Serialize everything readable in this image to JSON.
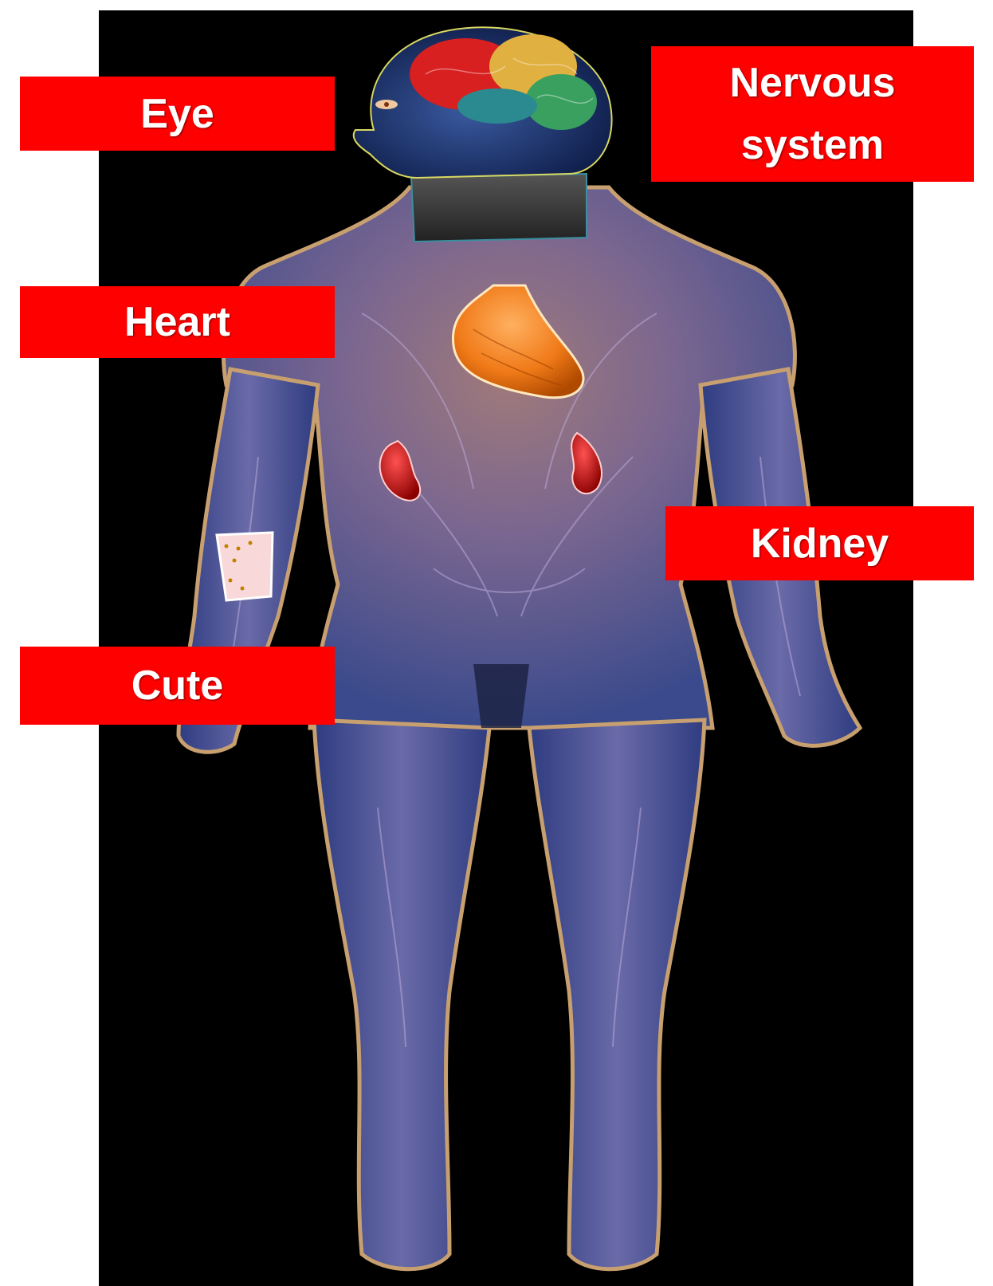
{
  "labels": {
    "eye": "Eye",
    "heart": "Heart",
    "cute": "Cute",
    "nervous": "Nervous\nsystem",
    "kidney": "Kidney"
  },
  "colors": {
    "label_bg": "#ff0000",
    "label_text": "#ffffff",
    "panel_bg": "#000000",
    "body_glow": "#c8b08a",
    "heart": "#f07a18",
    "kidney": "#c81010",
    "skin_patch": "#f8d8d8"
  },
  "icons": [
    "brain-icon",
    "heart-icon",
    "kidney-icon",
    "skin-patch-icon",
    "eye-icon"
  ]
}
